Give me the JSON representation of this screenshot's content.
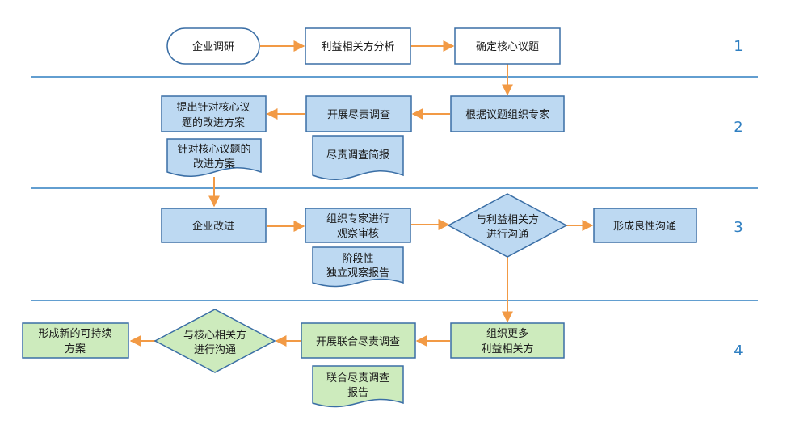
{
  "colors": {
    "line": "#2f7fc1",
    "arrow": "#f29a45",
    "stroke": "#3a6ea5",
    "fill_white": "#ffffff",
    "fill_blue": "#bdd9f2",
    "fill_green": "#cdebbd",
    "row_number": "#2f7fc1"
  },
  "rows": [
    "1",
    "2",
    "3",
    "4"
  ],
  "nodes": {
    "survey": [
      "企业调研"
    ],
    "stakeholder": [
      "利益相关方分析"
    ],
    "issues": [
      "确定核心议题"
    ],
    "experts": [
      "根据议题组织专家"
    ],
    "due": [
      "开展尽责调查"
    ],
    "propose": [
      "提出针对核心议",
      "题的改进方案"
    ],
    "plan_doc": [
      "针对核心议题的",
      "改进方案"
    ],
    "brief_doc": [
      "尽责调查简报"
    ],
    "improve": [
      "企业改进"
    ],
    "observe": [
      "组织专家进行",
      "观察审核"
    ],
    "comm1": [
      "与利益相关方",
      "进行沟通"
    ],
    "good": [
      "形成良性沟通"
    ],
    "stage_doc": [
      "阶段性",
      "独立观察报告"
    ],
    "more": [
      "组织更多",
      "利益相关方"
    ],
    "joint": [
      "开展联合尽责调查"
    ],
    "comm2": [
      "与核心相关方",
      "进行沟通"
    ],
    "newplan": [
      "形成新的可持续",
      "方案"
    ],
    "joint_doc": [
      "联合尽责调查",
      "报告"
    ]
  }
}
